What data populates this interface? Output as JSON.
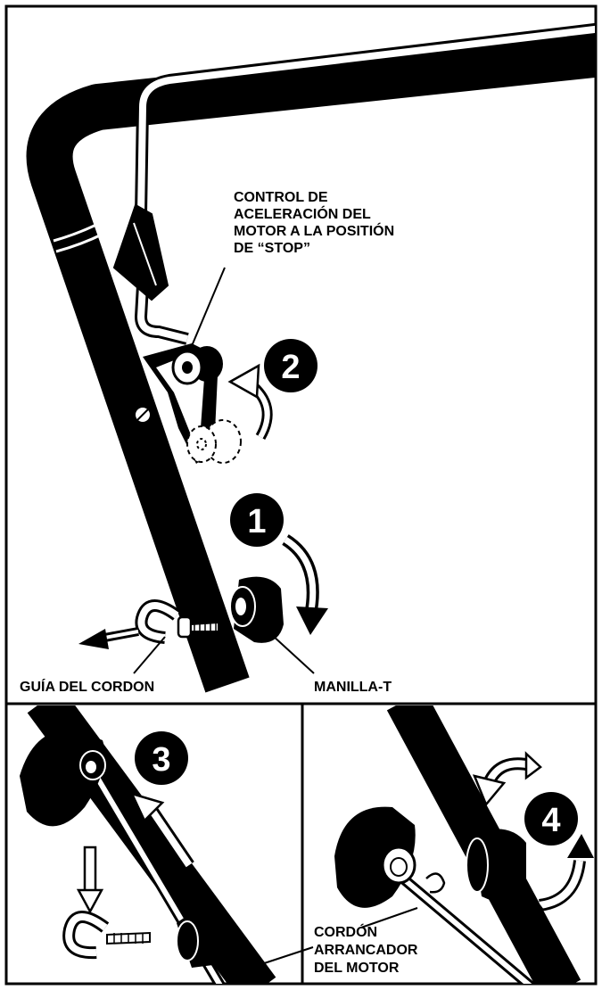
{
  "labels": {
    "throttle": [
      "CONTROL DE",
      "ACELERACIÓN DEL",
      "MOTOR A LA POSITIÓN",
      "DE “STOP”"
    ],
    "rope_guide": "GUÍA DEL CORDON",
    "t_handle": "MANILLA-T",
    "starter_rope": [
      "CORDÓN",
      "ARRANCADOR",
      "DEL MOTOR"
    ]
  },
  "steps": [
    "1",
    "2",
    "3",
    "4"
  ],
  "colors": {
    "ink": "#000000",
    "paper": "#ffffff"
  }
}
